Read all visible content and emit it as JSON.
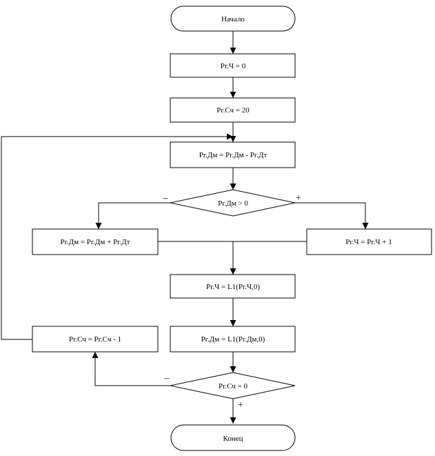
{
  "diagram": {
    "nodes": {
      "start": "Начало",
      "init_ch": "Рг.Ч = 0",
      "init_sch": "Рг.Сч = 20",
      "sub_dm": "Рг.Дм = Рг.Дм - Рг.Дт",
      "cond_dm": "Рг.Дм > 0",
      "restore_dm": "Рг.Дм = Рг.Дм + Рг.Дт",
      "set_ch": "Рг.Ч = Рг.Ч + 1",
      "shift_ch": "Рг.Ч = L1(Рг.Ч,0)",
      "shift_dm": "Рг.Дм = L1(Рг.Дм,0)",
      "dec_sch": "Рг.Сч = Рг.Сч - 1",
      "cond_sch": "Рг.Сч = 0",
      "end": "Конец"
    },
    "branch_labels": {
      "cond_dm_no": "–",
      "cond_dm_yes": "+",
      "cond_sch_no": "–",
      "cond_sch_yes": "+"
    }
  }
}
